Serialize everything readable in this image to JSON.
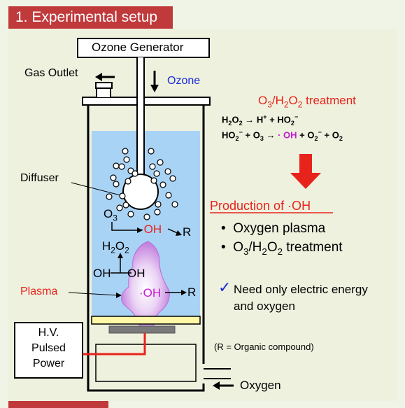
{
  "section_title": "1. Experimental setup",
  "ozone_generator": "Ozone Generator",
  "gas_outlet": "Gas Outlet",
  "ozone": "Ozone",
  "diffuser": "Diffuser",
  "plasma": "Plasma",
  "hv_line1": "H.V.",
  "hv_line2": "Pulsed",
  "hv_line3": "Power",
  "oxygen": "Oxygen",
  "organic_note": "(R  = Organic compound)",
  "treatment_title": "O3/H2O2 treatment",
  "production": "Production of ·OH",
  "bullets": [
    "Oxygen plasma",
    "O3/H2O2 treatment"
  ],
  "check_text_line1": "Need only electric energy",
  "check_text_line2": "and oxygen",
  "reaction_labels": {
    "o3": "O3",
    "oh_top": "·OH",
    "r1": "R",
    "h2o2": "H2O2",
    "oh_a": "OH",
    "oh_b": "OH",
    "oh_bottom": "·OH",
    "r2": "R"
  },
  "colors": {
    "red": "#e8231c",
    "blue": "#1c2ad8",
    "magenta": "#c61bd3",
    "water": "#a9d3f5",
    "accent_bar": "#c0393b"
  }
}
